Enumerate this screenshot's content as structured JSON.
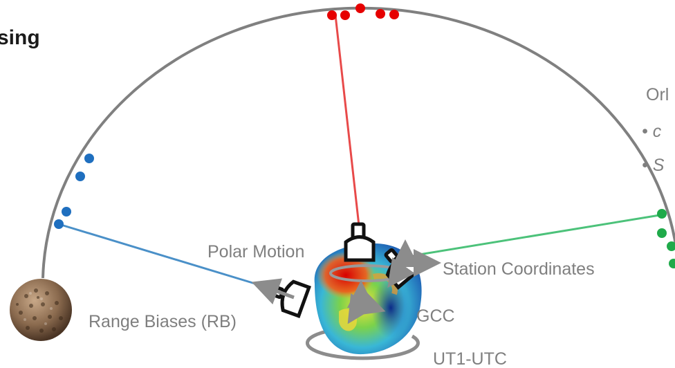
{
  "title_fragment": "sing",
  "right_cut": {
    "heading": "Orl",
    "bullet_1": "•  c",
    "bullet_2": "•  S"
  },
  "labels": {
    "polar_motion": "Polar Motion",
    "station_coordinates": "Station Coordinates",
    "range_biases": "Range Biases (RB)",
    "gcc": "GCC",
    "ut1_utc": "UT1-UTC"
  },
  "colors": {
    "arc": "#808080",
    "top_link": "#e84a4a",
    "top_points": "#e60000",
    "left_link": "#4a90c8",
    "left_points": "#1f6fbf",
    "right_link": "#4cc27a",
    "right_points": "#1faa4a",
    "label": "#7f7f7f",
    "antenna": "#111111",
    "arrow": "#8c8c8c"
  }
}
